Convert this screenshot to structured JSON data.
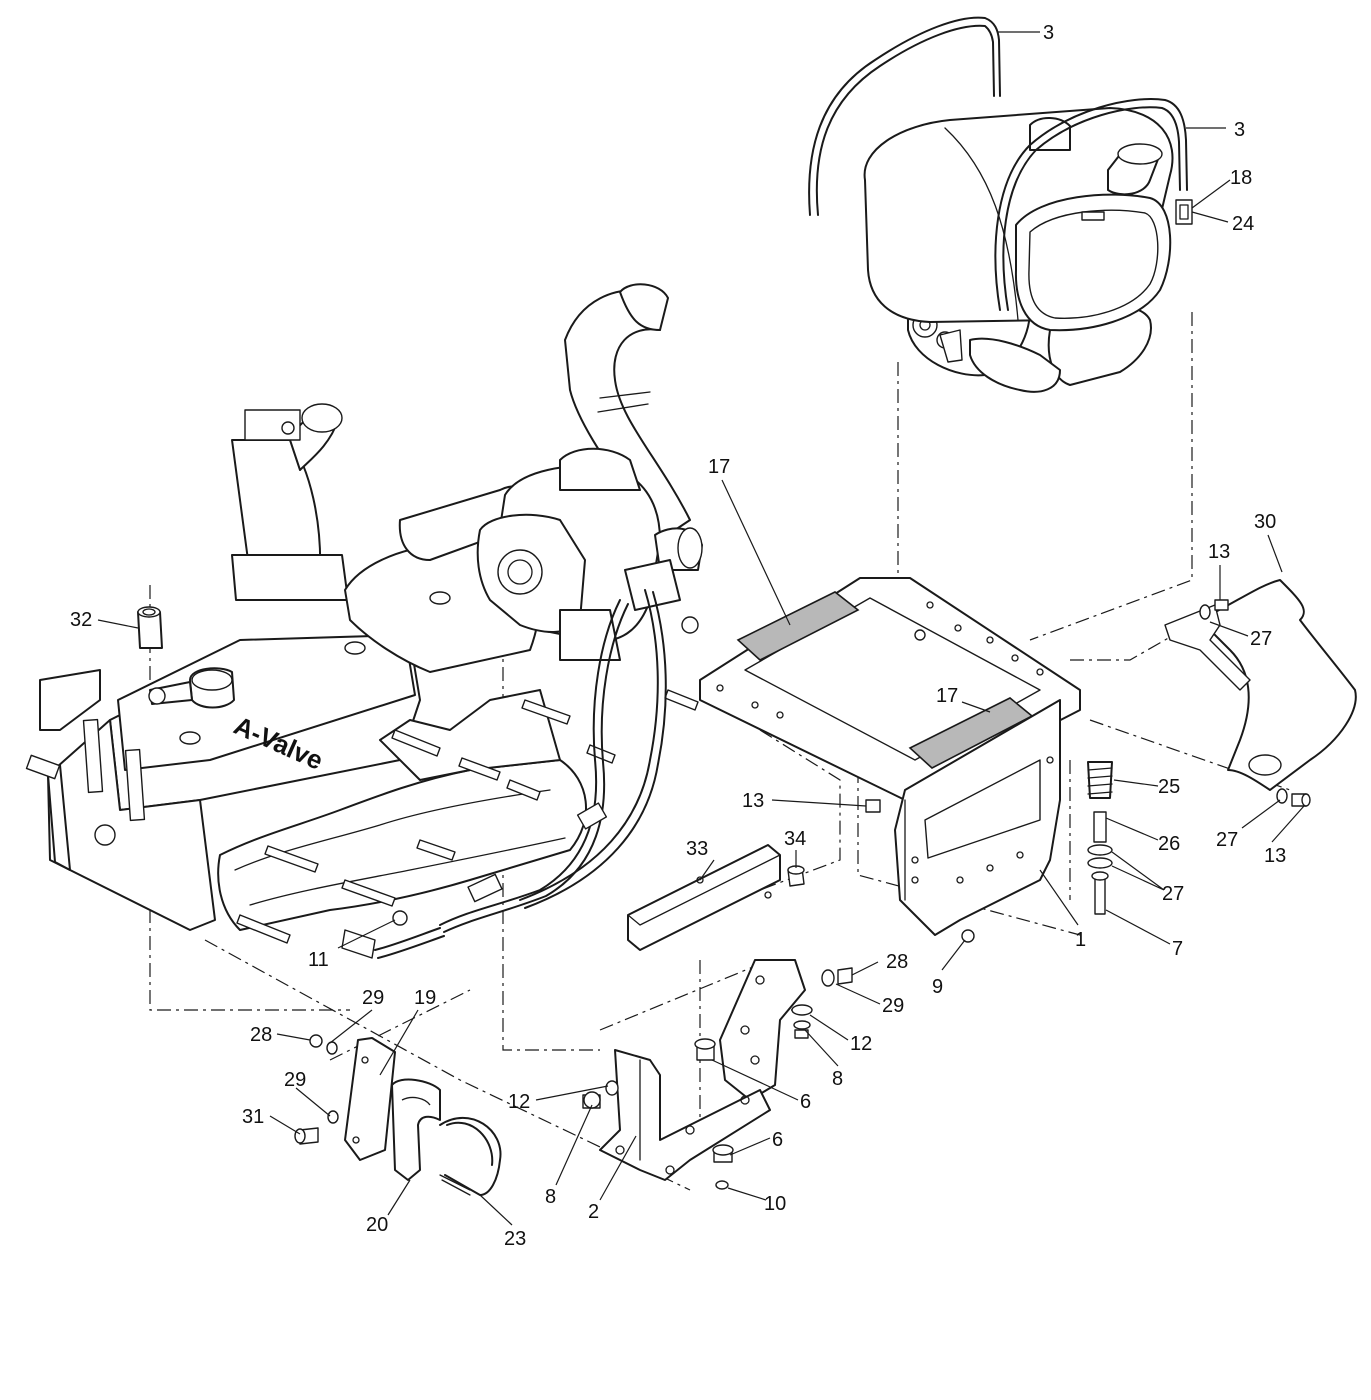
{
  "diagram": {
    "engine_cover_text": "A-Valve",
    "callouts": [
      {
        "id": "c3a",
        "label": "3"
      },
      {
        "id": "c3b",
        "label": "3"
      },
      {
        "id": "c18",
        "label": "18"
      },
      {
        "id": "c24",
        "label": "24"
      },
      {
        "id": "c17a",
        "label": "17"
      },
      {
        "id": "c17b",
        "label": "17"
      },
      {
        "id": "c30",
        "label": "30"
      },
      {
        "id": "c13a",
        "label": "13"
      },
      {
        "id": "c27a",
        "label": "27"
      },
      {
        "id": "c32",
        "label": "32"
      },
      {
        "id": "c25",
        "label": "25"
      },
      {
        "id": "c13b",
        "label": "13"
      },
      {
        "id": "c26",
        "label": "26"
      },
      {
        "id": "c27b",
        "label": "27"
      },
      {
        "id": "c13c",
        "label": "13"
      },
      {
        "id": "c27c",
        "label": "27"
      },
      {
        "id": "c33",
        "label": "33"
      },
      {
        "id": "c34",
        "label": "34"
      },
      {
        "id": "c1",
        "label": "1"
      },
      {
        "id": "c7",
        "label": "7"
      },
      {
        "id": "c11",
        "label": "11"
      },
      {
        "id": "c28a",
        "label": "28"
      },
      {
        "id": "c9",
        "label": "9"
      },
      {
        "id": "c29a",
        "label": "29"
      },
      {
        "id": "c19",
        "label": "19"
      },
      {
        "id": "c29b",
        "label": "29"
      },
      {
        "id": "c28b",
        "label": "28"
      },
      {
        "id": "c12a",
        "label": "12"
      },
      {
        "id": "c29c",
        "label": "29"
      },
      {
        "id": "c8a",
        "label": "8"
      },
      {
        "id": "c12b",
        "label": "12"
      },
      {
        "id": "c6a",
        "label": "6"
      },
      {
        "id": "c31",
        "label": "31"
      },
      {
        "id": "c6b",
        "label": "6"
      },
      {
        "id": "c8b",
        "label": "8"
      },
      {
        "id": "c10",
        "label": "10"
      },
      {
        "id": "c20",
        "label": "20"
      },
      {
        "id": "c2",
        "label": "2"
      },
      {
        "id": "c23",
        "label": "23"
      }
    ]
  }
}
